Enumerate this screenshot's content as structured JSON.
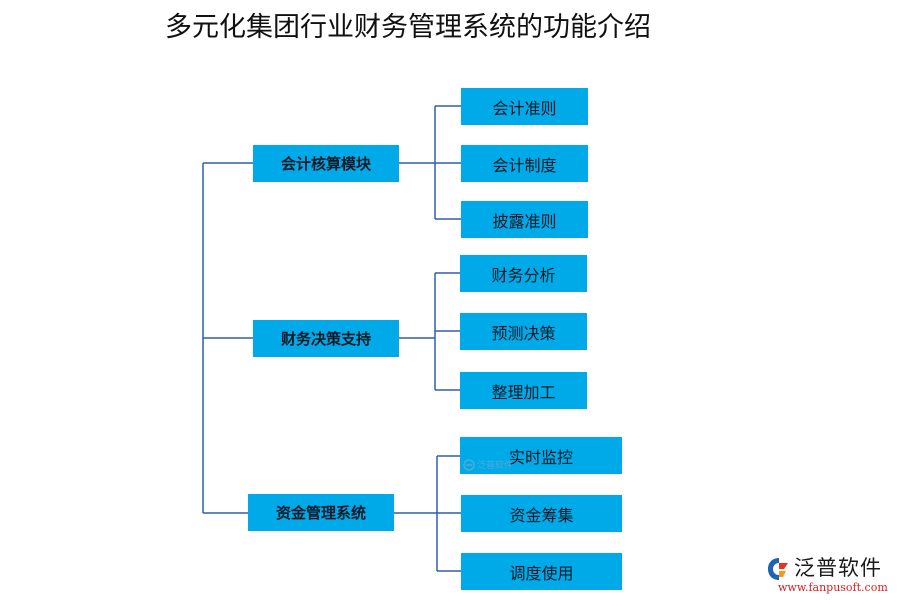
{
  "title": "多元化集团行业财务管理系统的功能介绍",
  "modules": [
    {
      "label": "会计核算模块",
      "items": [
        "会计准则",
        "会计制度",
        "披露准则"
      ]
    },
    {
      "label": "财务决策支持",
      "items": [
        "财务分析",
        "预测决策",
        "整理加工"
      ]
    },
    {
      "label": "资金管理系统",
      "items": [
        "实时监控",
        "资金筹集",
        "调度使用"
      ]
    }
  ],
  "watermark": {
    "text": "泛普软件"
  },
  "logo": {
    "name": "泛普软件",
    "url": "www.fanpusoft.com"
  },
  "colors": {
    "box": "#00a9e8",
    "line": "#2f5fb0"
  }
}
